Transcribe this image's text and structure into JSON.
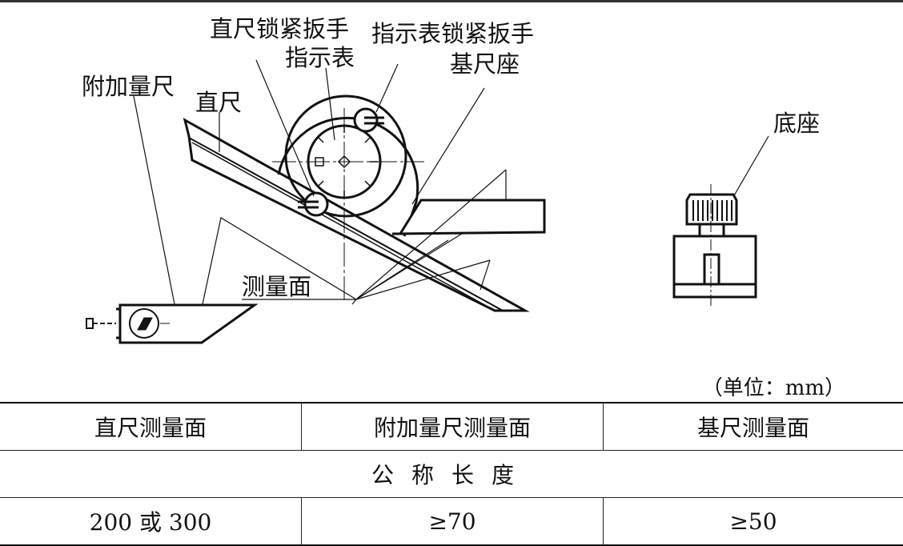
{
  "diagram": {
    "labels": {
      "ruler_lock": "直尺锁紧扳手",
      "indicator_lock": "指示表锁紧扳手",
      "indicator": "指示表",
      "base_ruler_seat": "基尺座",
      "aux_ruler": "附加量尺",
      "ruler": "直尺",
      "measuring_surface": "测量面",
      "base": "底座"
    },
    "unit": "（单位：mm）"
  },
  "table": {
    "headers": [
      "直尺测量面",
      "附加量尺测量面",
      "基尺测量面"
    ],
    "span_label": "公称长度",
    "values": [
      "200 或 300",
      "≥70",
      "≥50"
    ]
  }
}
